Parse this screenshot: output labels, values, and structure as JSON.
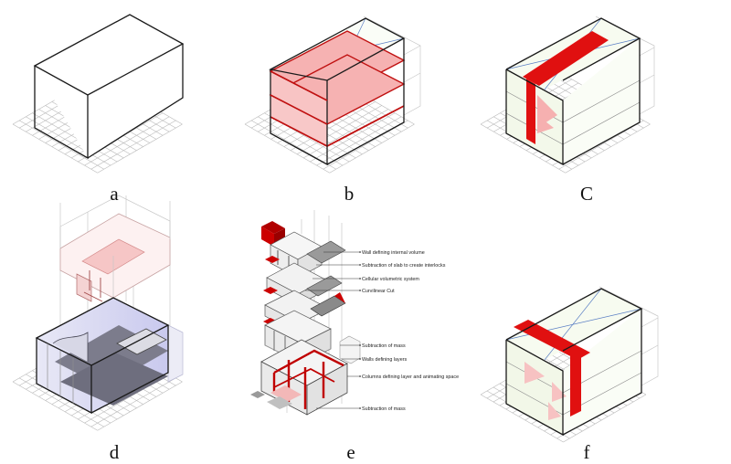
{
  "panels": [
    {
      "id": "a",
      "label": "a"
    },
    {
      "id": "b",
      "label": "b"
    },
    {
      "id": "c",
      "label": "C"
    },
    {
      "id": "d",
      "label": "d"
    },
    {
      "id": "e",
      "label": "e"
    },
    {
      "id": "f",
      "label": "f"
    }
  ],
  "annotations": [
    "Wall defining internal volume",
    "Subtraction of slab to create interlocks",
    "Cellular volumetric system",
    "Curvilinear Cut",
    "Subtraction of mass",
    "Walls defining layers",
    "Columns defining layer and animating space",
    "Subtraction of mass"
  ],
  "colors": {
    "accent": "#e01010",
    "accent_fill": "#f4a3a3",
    "line": "#1a1a1a",
    "grid": "#b9b9b9",
    "blue": "#5b7fc4",
    "shade": "#6e6e7e"
  }
}
